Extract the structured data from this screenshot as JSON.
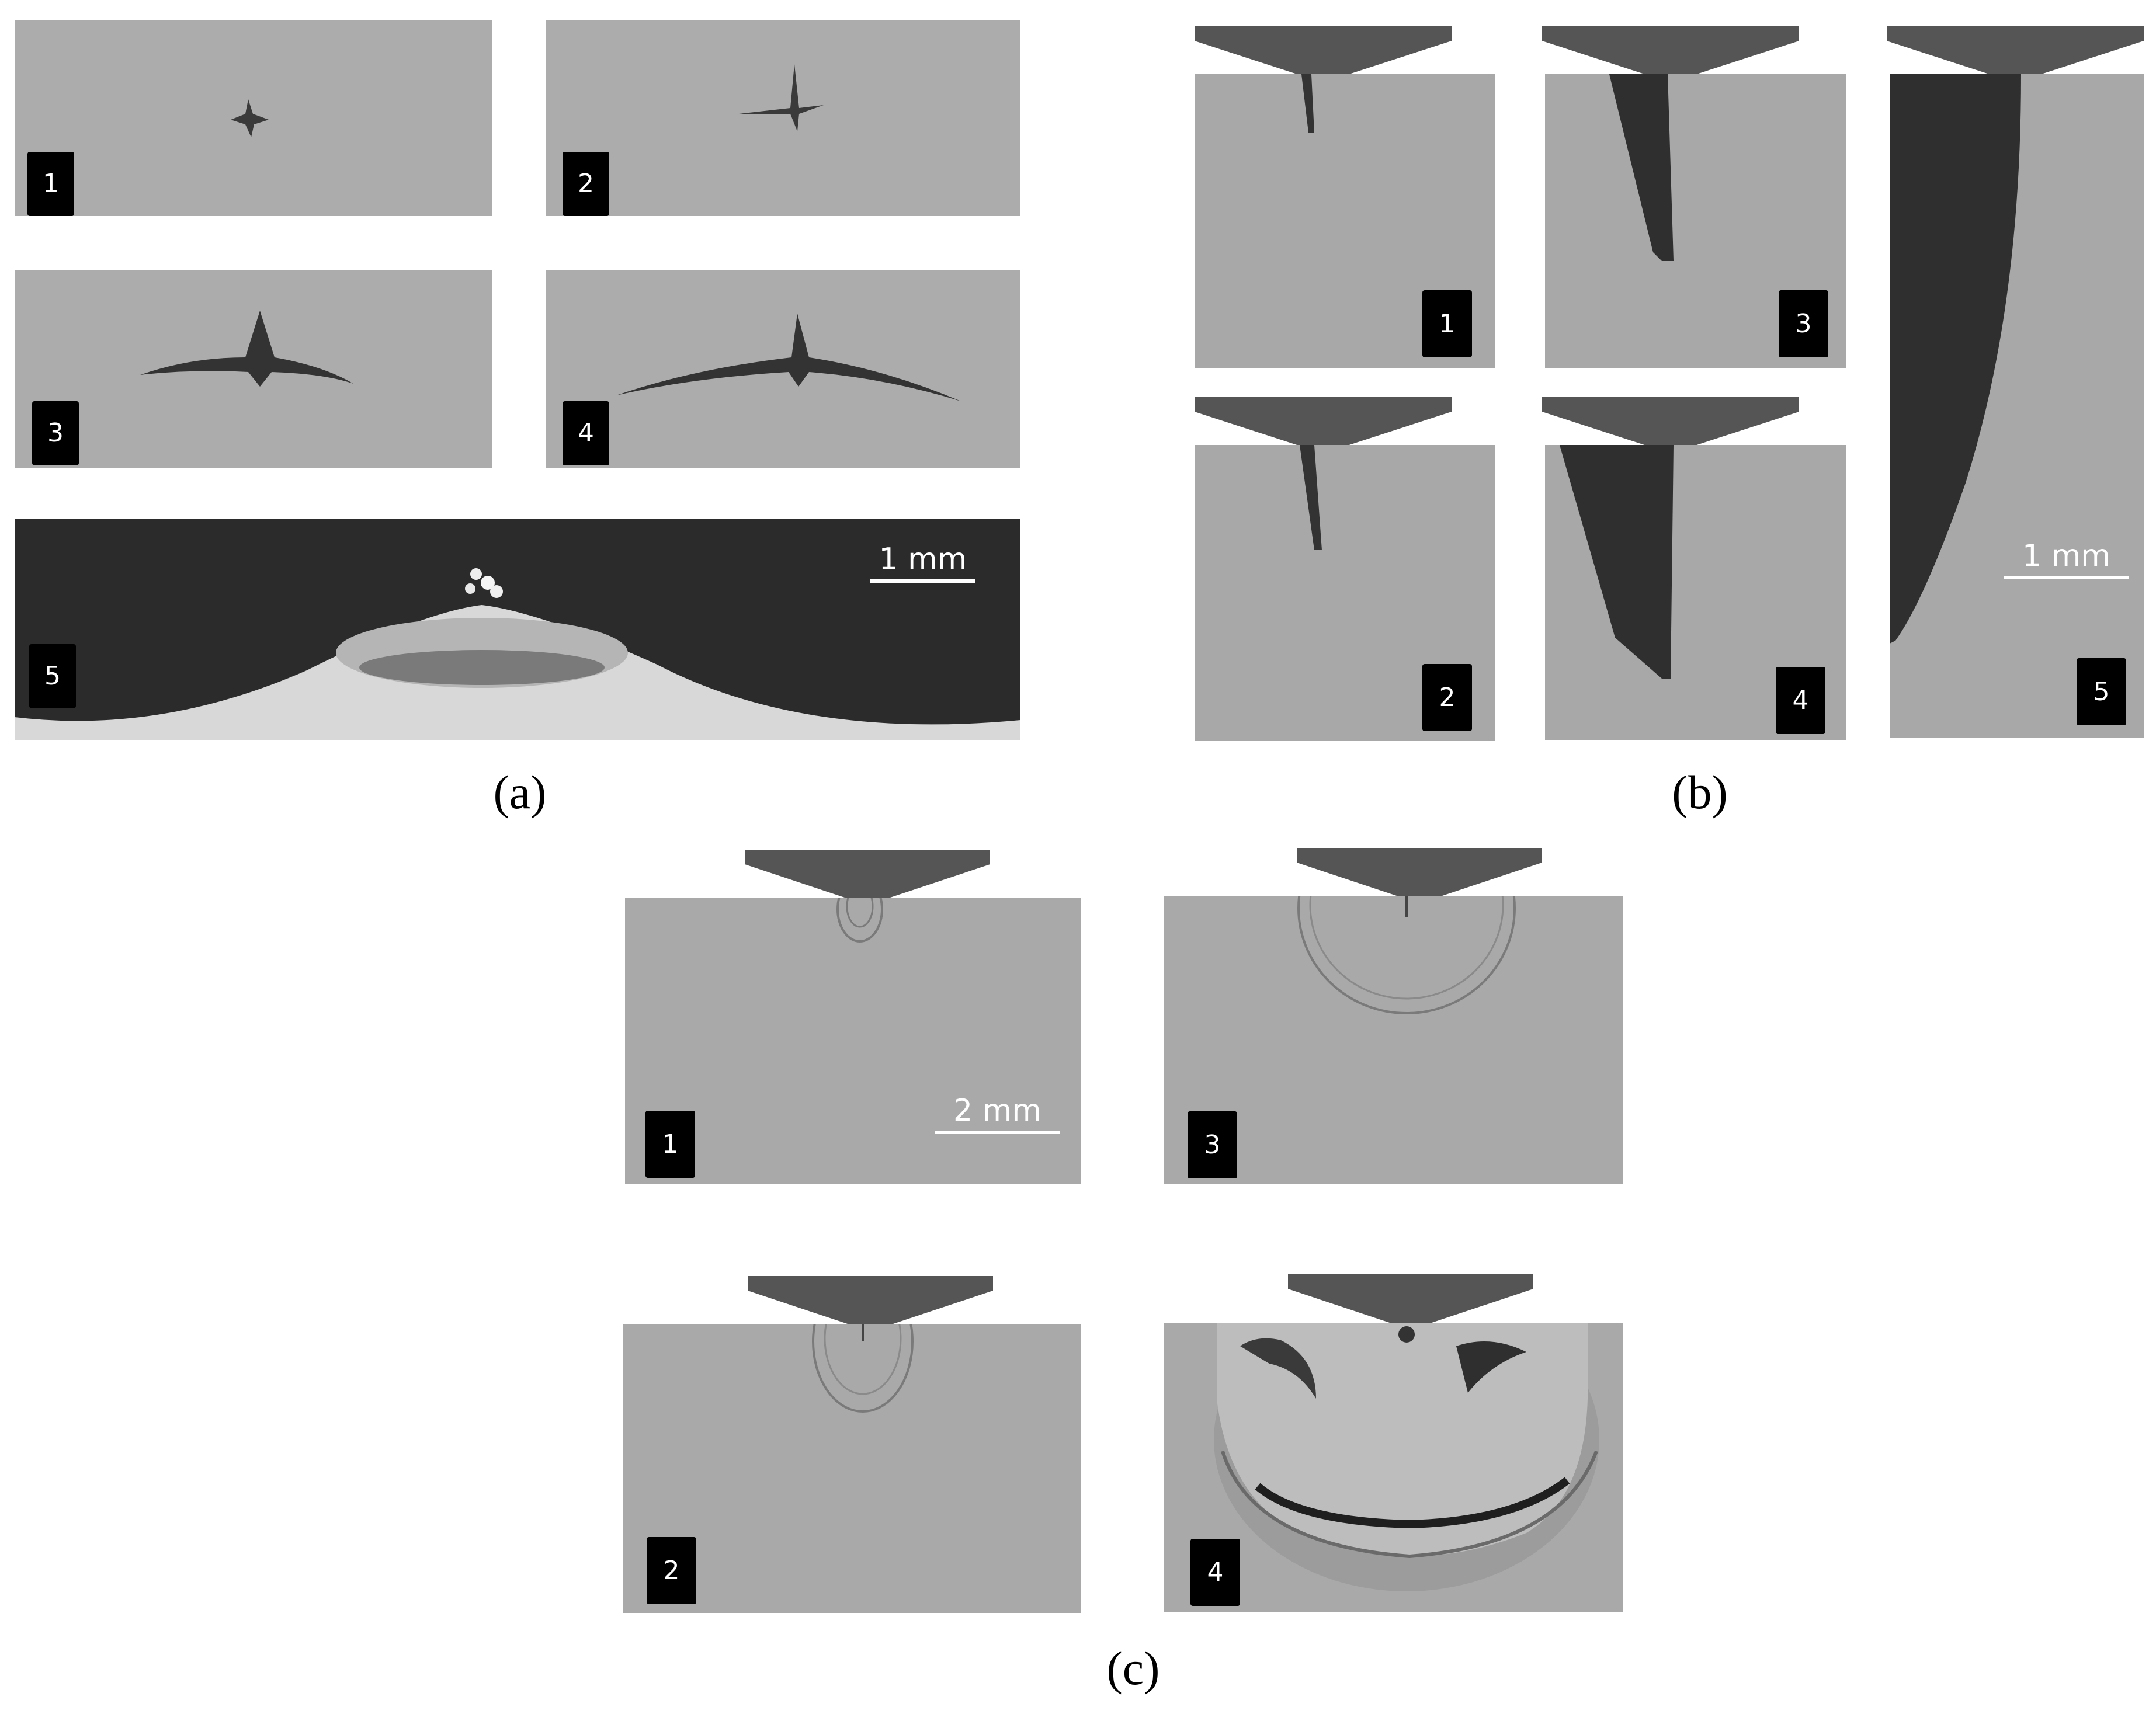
{
  "figure": {
    "panel_a": {
      "label": "(a)",
      "frames": [
        "1",
        "2",
        "3",
        "4",
        "5"
      ],
      "scale_bar": "1 mm"
    },
    "panel_b": {
      "label": "(b)",
      "frames": [
        "1",
        "2",
        "3",
        "4",
        "5"
      ],
      "scale_bar": "1 mm"
    },
    "panel_c": {
      "label": "(c)",
      "frames": [
        "1",
        "2",
        "3",
        "4"
      ],
      "scale_bar": "2 mm"
    }
  },
  "colors": {
    "background": "#ffffff",
    "photo_gray": "#a9a9a9",
    "dark_fill": "#2f2f2f",
    "indenter": "#555555",
    "badge": "#000000"
  }
}
